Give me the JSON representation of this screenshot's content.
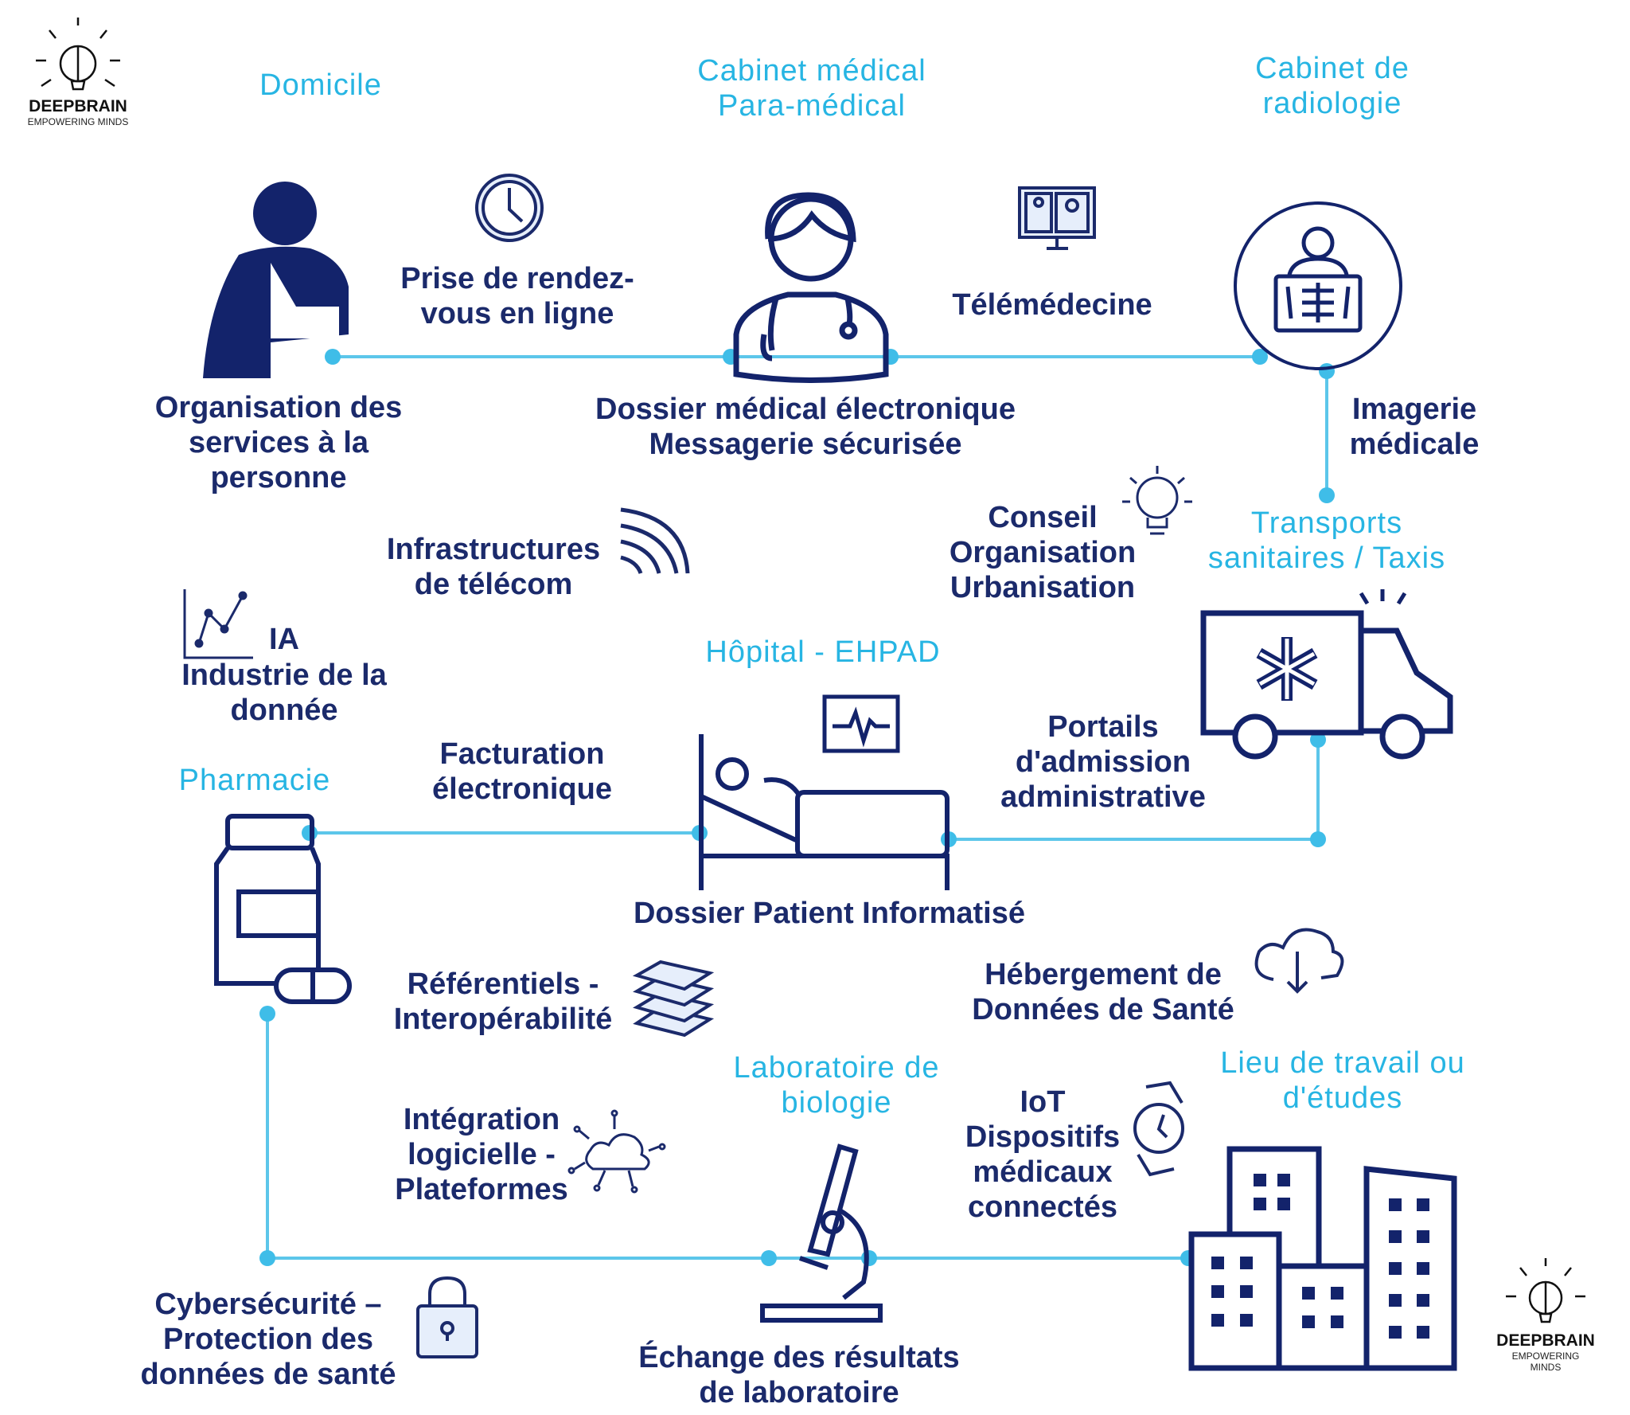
{
  "logo": {
    "name": "DEEPBRAIN",
    "tagline": "EMPOWERING MINDS"
  },
  "colors": {
    "navy": "#1b2a6b",
    "cyan": "#27b5e3"
  },
  "places": {
    "domicile": "Domicile",
    "cabinet_medical": "Cabinet médical\nPara-médical",
    "cabinet_radiologie": "Cabinet de\nradiologie",
    "transports": "Transports\nsanitaires / Taxis",
    "hopital": "Hôpital - EHPAD",
    "pharmacie": "Pharmacie",
    "laboratoire": "Laboratoire de\nbiologie",
    "lieu_travail": "Lieu de travail ou\nd'études"
  },
  "services": {
    "rdv": "Prise de rendez-\nvous en ligne",
    "telemedecine": "Télémédecine",
    "organisation": "Organisation des\nservices à la\npersonne",
    "dossier_medical": "Dossier médical électronique\nMessagerie sécurisée",
    "imagerie": "Imagerie\nmédicale",
    "conseil": "Conseil\nOrganisation\nUrbanisation",
    "infrastructures": "Infrastructures\nde télécom",
    "ia": "IA",
    "industrie": "Industrie de la\ndonnée",
    "portails": "Portails\nd'admission\nadministrative",
    "facturation": "Facturation\nélectronique",
    "dossier_patient": "Dossier Patient Informatisé",
    "hebergement": "Hébergement de\nDonnées de Santé",
    "referentiels": "Référentiels -\nInteropérabilité",
    "integration": "Intégration\nlogicielle -\nPlateformes",
    "iot": "IoT\nDispositifs\nmédicaux\nconnectés",
    "cybersecurite": "Cybersécurité –\nProtection des\ndonnées de santé",
    "echange": "Échange des résultats\nde laboratoire"
  }
}
